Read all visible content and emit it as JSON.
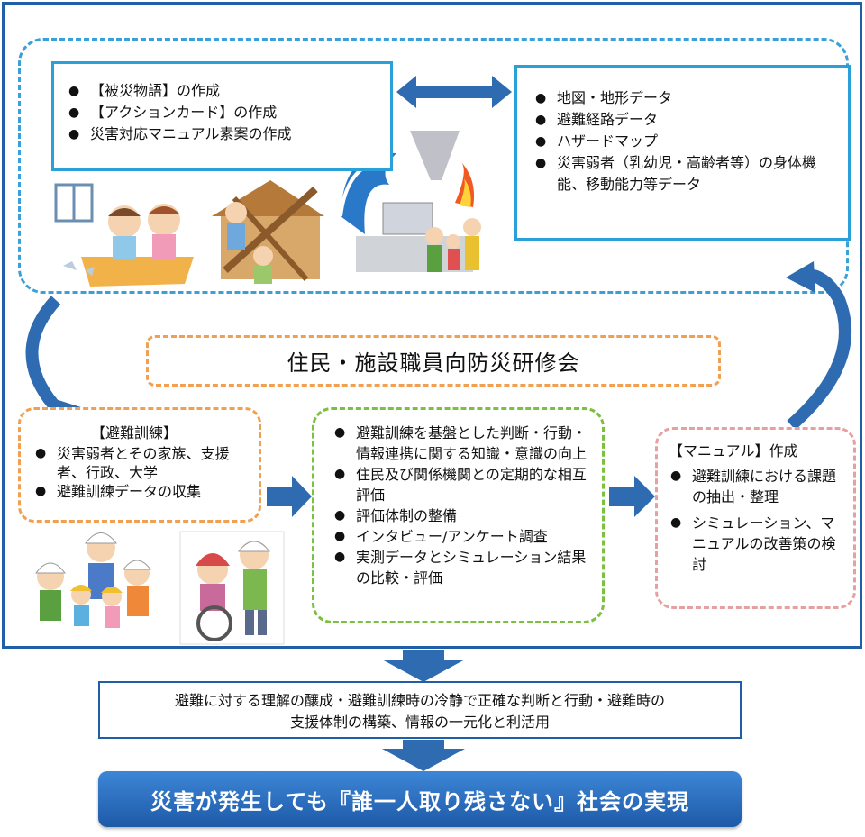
{
  "top_left": {
    "items": [
      "【被災物語】の作成",
      "【アクションカード】の作成",
      "災害対応マニュアル素案の作成"
    ]
  },
  "top_right": {
    "items": [
      "地図・地形データ",
      "避難経路データ",
      "ハザードマップ",
      "災害弱者（乳幼児・高齢者等）の身体機能、移動能力等データ"
    ]
  },
  "training_session": "住民・施設職員向防災研修会",
  "evacuation_training": {
    "heading": "【避難訓練】",
    "items": [
      "災害弱者とその家族、支援者、行政、大学",
      "避難訓練データの収集"
    ]
  },
  "evaluation": {
    "items": [
      "避難訓練を基盤とした判断・行動・情報連携に関する知識・意識の向上",
      "住民及び関係機関との定期的な相互評価",
      "評価体制の整備",
      "インタビュー/アンケート調査",
      "実測データとシミュレーション結果の比較・評価"
    ]
  },
  "manual": {
    "heading": "【マニュアル】作成",
    "items": [
      "避難訓練における課題の抽出・整理",
      "シミュレーション、マニュアルの改善策の検討"
    ]
  },
  "result": {
    "line1": "避難に対する理解の醸成・避難訓練時の冷静で正確な判断と行動・避難時の",
    "line2": "支援体制の構築、情報の一元化と利活用"
  },
  "goal": "災害が発生しても『誰一人取り残さない』社会の実現",
  "colors": {
    "frame": "#1f5fa8",
    "dash_blue": "#3aa0d8",
    "dash_orange": "#f0a050",
    "dash_green": "#7cc040",
    "dash_pink": "#e6a0a0",
    "arrow": "#2f6bb0"
  }
}
